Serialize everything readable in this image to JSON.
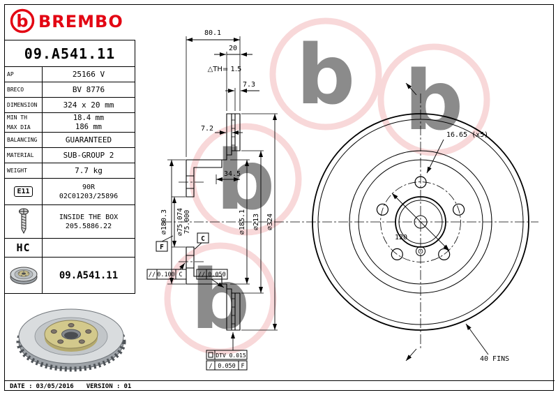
{
  "header": {
    "brand": "BREMBO",
    "logo_glyph": "b",
    "part_number": "09.A541.11"
  },
  "specs": {
    "ap_label": "AP",
    "ap_value": "25166 V",
    "breco_label": "BRECO",
    "breco_value": "BV 8776",
    "dimension_label": "DIMENSION",
    "dimension_value": "324 x 20 mm",
    "min_th_label": "MIN TH",
    "min_th_value": "18.4 mm",
    "max_dia_label": "MAX DIA",
    "max_dia_value": "186 mm",
    "balancing_label": "BALANCING",
    "balancing_value": "GUARANTEED",
    "material_label": "MATERIAL",
    "material_value": "SUB-GROUP 2",
    "weight_label": "WEIGHT",
    "weight_value": "7.7 kg",
    "e11_badge": "E11",
    "e11_value_line1": "90R",
    "e11_value_line2": "02C01203/25896",
    "box_value_line1": "INSIDE THE BOX",
    "box_value_line2": "205.5886.22",
    "hc_badge": "HC",
    "part_number_repeat": "09.A541.11"
  },
  "drawing": {
    "dim_overall_width": "80.1",
    "dim_band_thickness": "20",
    "dim_min_th_delta": "△TH= 1.5",
    "dim_outboard_plate": "7.3",
    "dim_inboard_plate": "7.2",
    "dim_hat_depth": "34.5",
    "dia_hat_outer": "∅180.3",
    "dia_bore_upper": "∅75.074",
    "dia_bore_lower": "75.000",
    "dia_flange": "∅185.1",
    "dia_band_inner": "∅213",
    "dia_outer": "∅324",
    "datum_f": "F",
    "datum_c": "C",
    "parallelism_symbol": "//",
    "fcf1_value": "0.100",
    "fcf1_datum": "C",
    "fcf2_value": "0.050",
    "bolt_holes": "16.65 (x5)",
    "bolt_circle": "120",
    "fins": "40 FINS",
    "dtv_label": "DTV 0.015",
    "runout_symbol": "/",
    "runout_value": "0.050",
    "runout_datum": "F"
  },
  "footer": {
    "date_label": "DATE :",
    "date_value": "03/05/2016",
    "version_label": "VERSION :",
    "version_value": "01"
  },
  "colors": {
    "brand_red": "#e30613",
    "watermark_pink": "#f0a9ad"
  }
}
